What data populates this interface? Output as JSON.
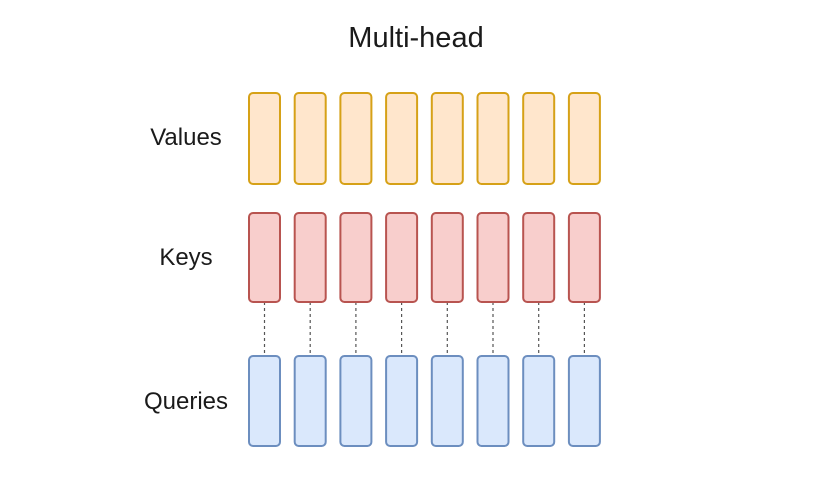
{
  "title": "Multi-head",
  "head_count": 8,
  "rows": [
    {
      "label": "Values",
      "fill": "#ffe6cc",
      "stroke": "#d6a117"
    },
    {
      "label": "Keys",
      "fill": "#f8cecc",
      "stroke": "#b85450"
    },
    {
      "label": "Queries",
      "fill": "#dae8fc",
      "stroke": "#6c8ebf"
    }
  ],
  "connector_color": "#555555"
}
